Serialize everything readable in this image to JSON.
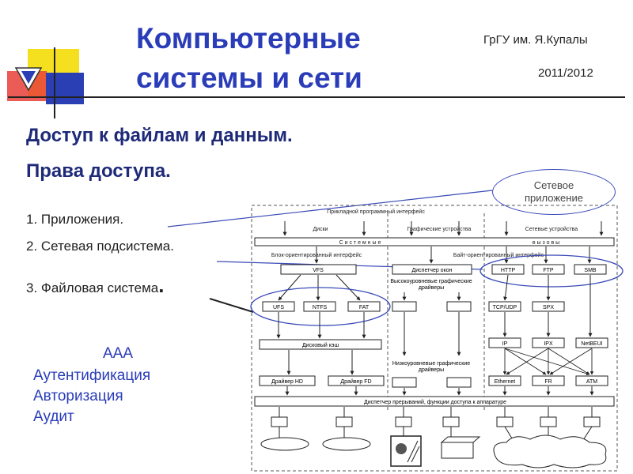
{
  "header": {
    "title_line1": "Компьютерные",
    "title_line2": "системы и сети",
    "org": "ГрГУ им. Я.Купалы",
    "year": "2011/2012"
  },
  "colors": {
    "accent_blue": "#2a3cb8",
    "logo_yellow": "#f5e020",
    "logo_red": "#e8403a",
    "logo_blue": "#2b3fb5"
  },
  "section": {
    "heading1": "Доступ к файлам и данным.",
    "heading2": "Права доступа.",
    "items": [
      "1. Приложения.",
      "2. Сетевая подсистема.",
      "3. Файловая система"
    ],
    "item3_suffix": "."
  },
  "aaa": {
    "title": "ААА",
    "items": [
      "Аутентификация",
      "Авторизация",
      "Аудит"
    ]
  },
  "callout": {
    "line1": "Сетевое",
    "line2": "приложение"
  },
  "diagram": {
    "api_label": "Прикладной программный интерфейс",
    "top_disks": "Диски",
    "top_graphics": "Графические устройства",
    "top_network": "Сетевые устройства",
    "syscalls_left": "С и с т е м н ы е",
    "syscalls_right": "в ы з о в ы",
    "block_iface": "Блок-ориентированный интерфейс",
    "byte_iface": "Байт-ориентированный интерфейс",
    "window_mgr": "Диспетчер окон",
    "hl_drivers_1": "Высокоуровневые графические",
    "hl_drivers_2": "драйверы",
    "ll_drivers_1": "Низкоуровневые графические",
    "ll_drivers_2": "драйверы",
    "disk_cache": "Дисковый кэш",
    "interrupt_mgr": "Диспетчер прерываний, функции доступа к аппаратуре",
    "vfs": "VFS",
    "ufs": "UFS",
    "ntfs": "NTFS",
    "fat": "FAT",
    "driver_hd": "Драйвер HD",
    "driver_fd": "Драйвер FD",
    "http": "HTTP",
    "ftp": "FTP",
    "smb": "SMB",
    "tcpudp": "TCP/UDP",
    "spx": "SPX",
    "ip": "IP",
    "ipx": "IPX",
    "netbeui": "NetBEUI",
    "ethernet": "Ethernet",
    "fr": "FR",
    "atm": "ATM"
  }
}
